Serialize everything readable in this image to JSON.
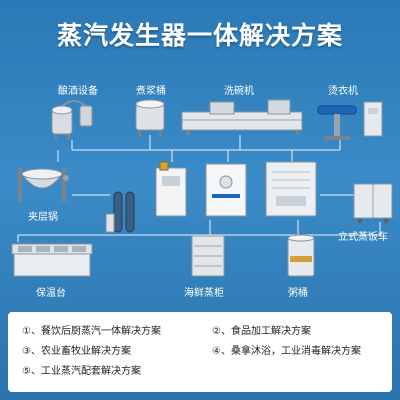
{
  "title": "蒸汽发生器一体解决方案",
  "equipment": {
    "wine": "酿酒设备",
    "boiler_barrel": "煮浆桶",
    "dishwasher": "洗碗机",
    "ironing": "烫衣机",
    "jacketed_pot": "夹层锅",
    "steamer_cart": "立式蒸饭车",
    "warming_table": "保温台",
    "seafood_cabinet": "海鲜蒸柜",
    "porridge_barrel": "粥桶"
  },
  "solutions": [
    "①、餐饮后厨蒸汽一体解决方案",
    "②、食品加工解决方案",
    "③、农业畜牧业解决方案",
    "④、桑拿沐浴，工业消毒解决方案",
    "⑤、工业蒸汽配套解决方案"
  ]
}
